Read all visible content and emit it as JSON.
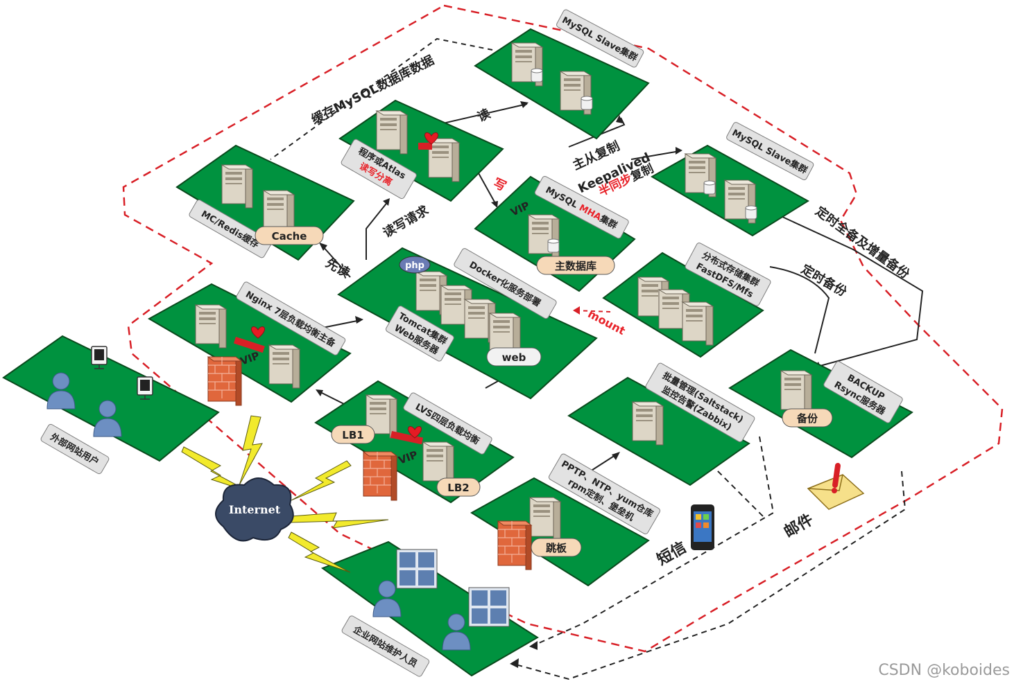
{
  "colors": {
    "zone": "#00923f",
    "dashed_red": "#d81f26",
    "dashed_black": "#222222",
    "server": "#ddd6c6",
    "firewall": "#e0673c",
    "bolt": "#f2ea2c",
    "cloud": "#3a4a66"
  },
  "clusters": {
    "mysql_slave_top": "MySQL Slave集群",
    "mysql_slave_right": "MySQL Slave集群",
    "mha_line1": "MySQL ",
    "mha_red": "MHA",
    "mha_line2": "集群",
    "proxy_line1": "程序或Atlas",
    "proxy_line2": "读写分离",
    "cache": "MC/Redis缓存",
    "docker": "Docker化服务部署",
    "tomcat_line1": "Tomcat集群",
    "tomcat_line2": "Web服务器",
    "storage_line1": "分布式存储集群",
    "storage_line2": "FastDFS/Mfs",
    "nginx": "Nginx 7层负载均衡主备",
    "lvs": "LVS四层负载均衡",
    "saltstack_line1": "批量管理(Saltstack)",
    "saltstack_line2": "监控告警(Zabbix)",
    "backup_line1": "BACKUP",
    "backup_line2": "Rsync服务器",
    "jump_line1": "PPTP、NTP、yum仓库",
    "jump_line2": "rpm定制、堡垒机",
    "external_users": "外部网站用户",
    "enterprise_users": "企业网站维护人员"
  },
  "pills": {
    "cache": "Cache",
    "master_db": "主数据库",
    "web": "web",
    "lb1": "LB1",
    "lb2": "LB2",
    "backup": "备份",
    "jump": "跳板"
  },
  "flows": {
    "cache_mysql": "缓存MySQL数据库数据",
    "read": "读",
    "write": "写",
    "master_slave": "主从复制",
    "keepalived": "Keepalived",
    "semi_sync": "半同步",
    "replicate": "复制",
    "rw_request": "读写请求",
    "read_first": "先读",
    "mount": "mount",
    "full_incr_backup": "定时全备及增量备份",
    "timed_backup": "定时备份",
    "vip": "VIP",
    "sms": "短信",
    "mail": "邮件",
    "php": "php",
    "internet": "Internet"
  },
  "watermark": "CSDN @koboides"
}
